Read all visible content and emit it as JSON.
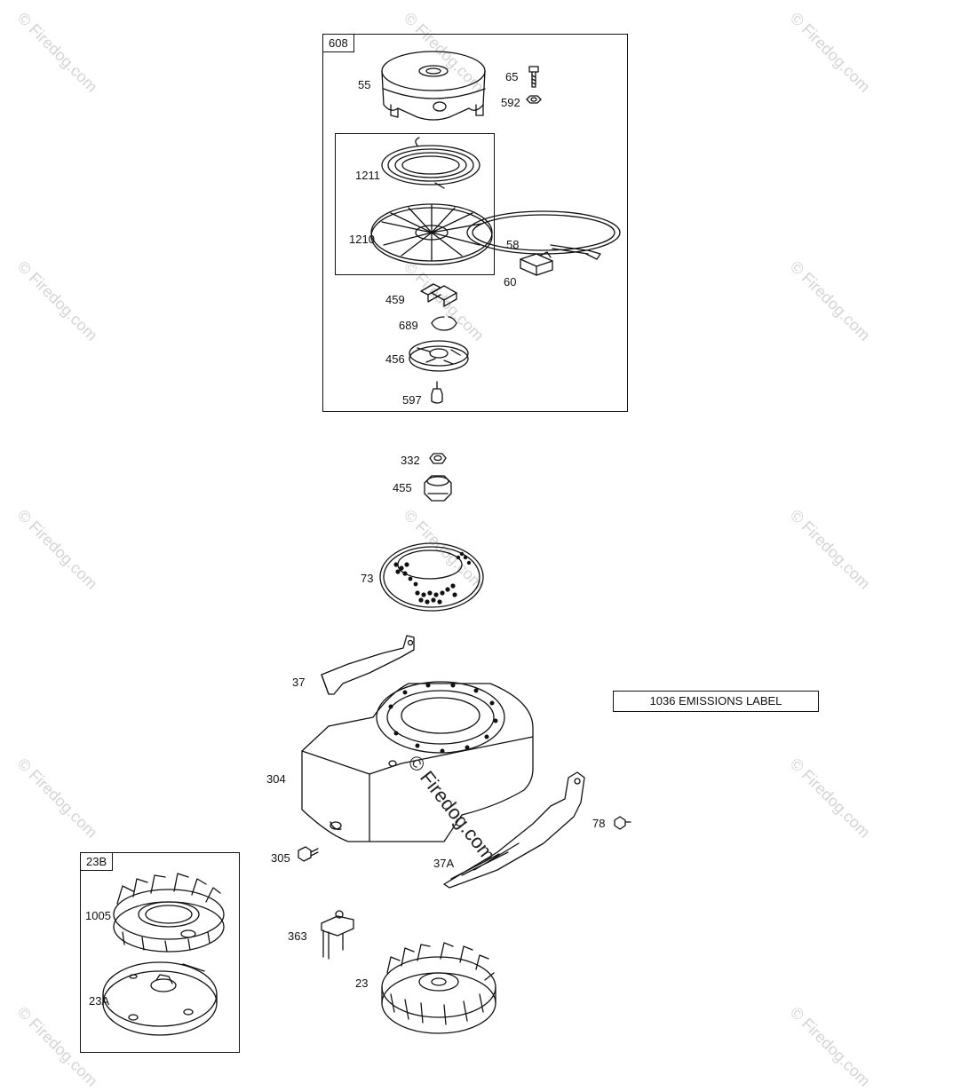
{
  "watermark": {
    "text": "© Firedog.com",
    "positions": [
      "tl",
      "tc",
      "tr",
      "ml",
      "mc",
      "mr",
      "ml2",
      "mr2",
      "ll",
      "lr",
      "bl",
      "bc",
      "br"
    ]
  },
  "groups": {
    "g608": "608",
    "g1211box": "",
    "g23B": "23B"
  },
  "parts": {
    "p55": "55",
    "p65": "65",
    "p592": "592",
    "p1211": "1211",
    "p1210": "1210",
    "p58": "58",
    "p60": "60",
    "p459": "459",
    "p689": "689",
    "p456": "456",
    "p597": "597",
    "p332": "332",
    "p455": "455",
    "p73": "73",
    "p37": "37",
    "p304": "304",
    "p305": "305",
    "p78": "78",
    "p37A": "37A",
    "p1005": "1005",
    "p23A": "23A",
    "p363": "363",
    "p23": "23"
  },
  "emissions_label": "1036 EMISSIONS LABEL"
}
